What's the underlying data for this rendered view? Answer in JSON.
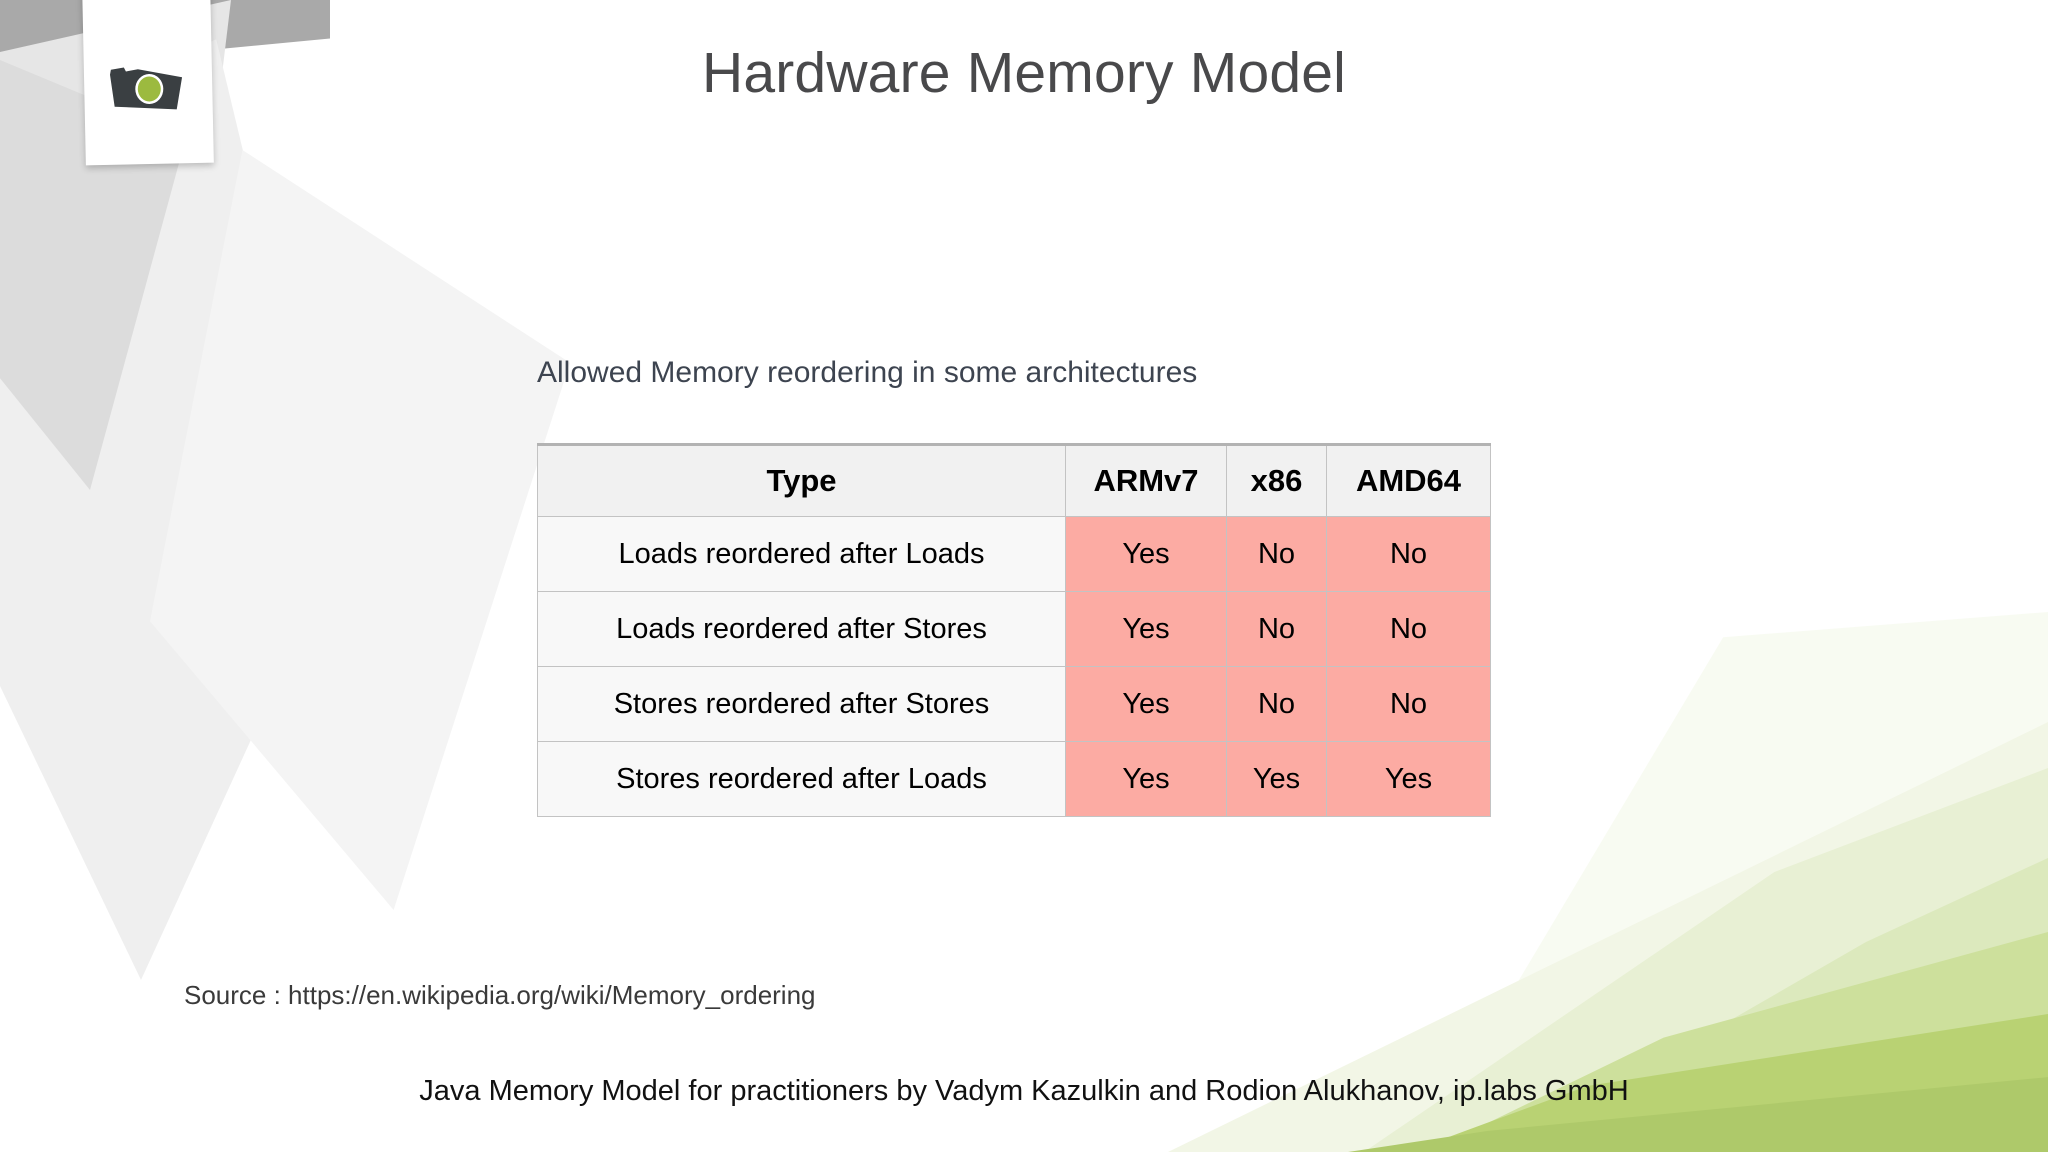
{
  "slide": {
    "title": "Hardware Memory Model",
    "subtitle": "Allowed Memory reordering in some architectures",
    "source_note": "Source : https://en.wikipedia.org/wiki/Memory_ordering",
    "footer_note": "Java Memory Model for practitioners by Vadym Kazulkin and Rodion Alukhanov, ip.labs GmbH"
  },
  "logo": {
    "icon_name": "camera-logo-icon",
    "body_color": "#3a3f42",
    "lens_color": "#9cba3f"
  },
  "colors": {
    "title_text": "#49494b",
    "header_bg": "#f1f1f1",
    "label_bg": "#f8f8f8",
    "value_bg": "#fcaba3",
    "border": "#c3c3c3",
    "accent_green": "#b9d273",
    "top_bar_gray": "#a9a9a9"
  },
  "chart_data": {
    "type": "table",
    "title": "Allowed Memory reordering in some architectures",
    "columns": [
      "Type",
      "ARMv7",
      "x86",
      "AMD64"
    ],
    "rows": [
      [
        "Loads reordered after Loads",
        "Yes",
        "No",
        "No"
      ],
      [
        "Loads reordered after Stores",
        "Yes",
        "No",
        "No"
      ],
      [
        "Stores reordered after Stores",
        "Yes",
        "No",
        "No"
      ],
      [
        "Stores reordered after Loads",
        "Yes",
        "Yes",
        "Yes"
      ]
    ]
  }
}
